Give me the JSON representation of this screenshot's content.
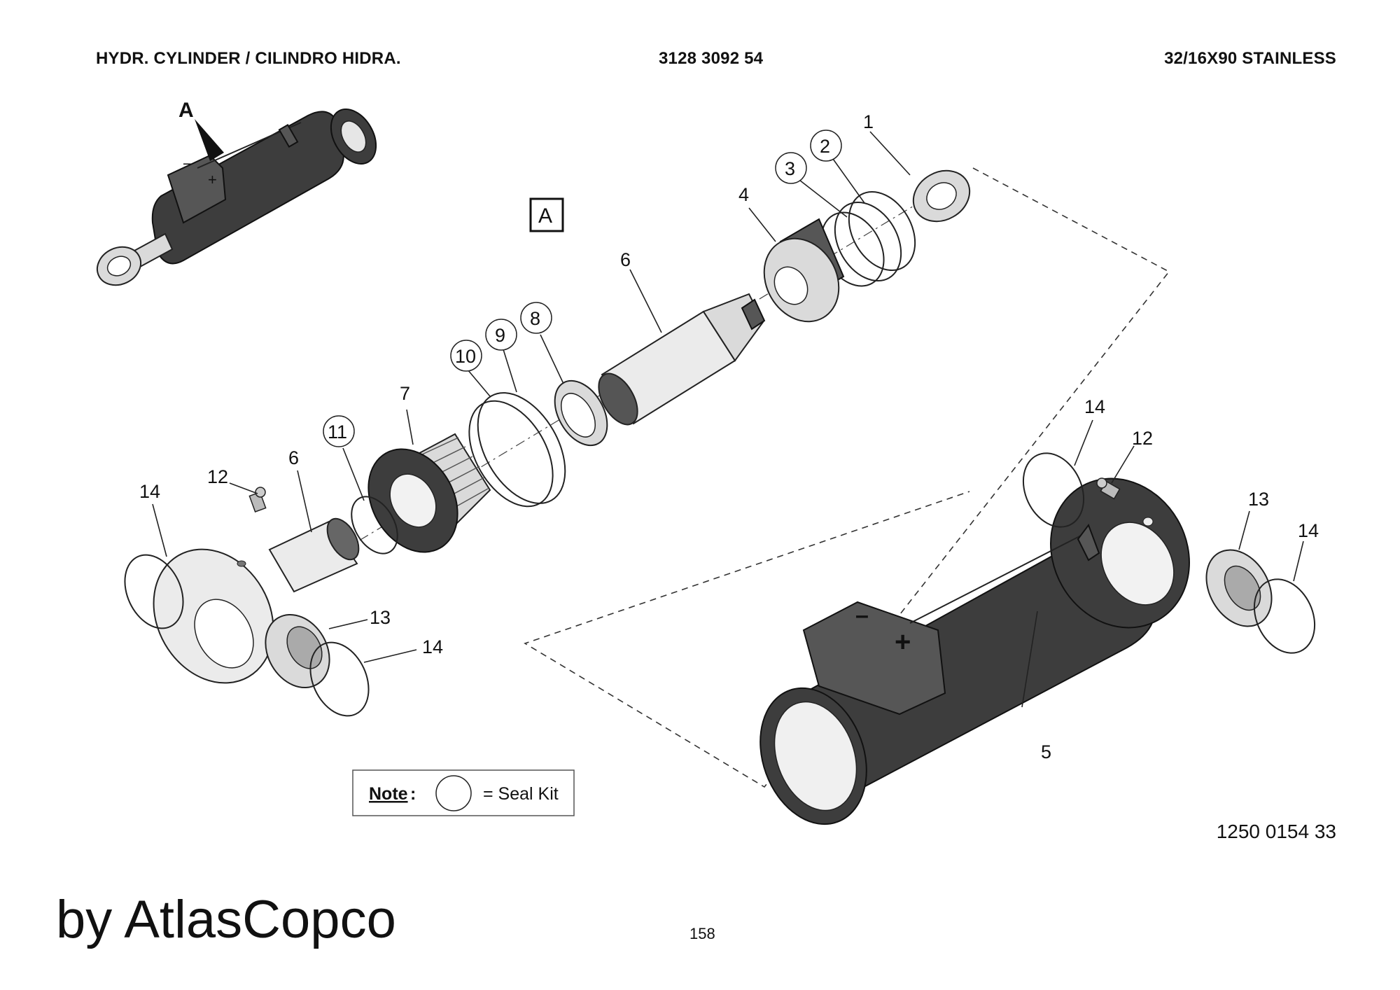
{
  "header": {
    "left": "HYDR. CYLINDER / CILINDRO HIDRA.",
    "center": "3128 3092 54",
    "right": "32/16X90 STAINLESS"
  },
  "view_marker": {
    "arrow_label": "A",
    "box_label": "A"
  },
  "callouts": {
    "c1": "1",
    "c2": "2",
    "c3": "3",
    "c4": "4",
    "c5": "5",
    "c6_upper": "6",
    "c6_lower": "6",
    "c7": "7",
    "c8": "8",
    "c9": "9",
    "c10": "10",
    "c11": "11",
    "c12_left": "12",
    "c12_right": "12",
    "c13_left": "13",
    "c13_right": "13",
    "c14_left_top": "14",
    "c14_left_bottom": "14",
    "c14_right_top": "14",
    "c14_right_bottom": "14"
  },
  "symbols": {
    "minus": "–",
    "plus": "+"
  },
  "note": {
    "label": "Note",
    "colon": ":",
    "text": "= Seal Kit"
  },
  "drawing_number": "1250 0154 33",
  "brand": "by AtlasCopco",
  "page_number": "158"
}
